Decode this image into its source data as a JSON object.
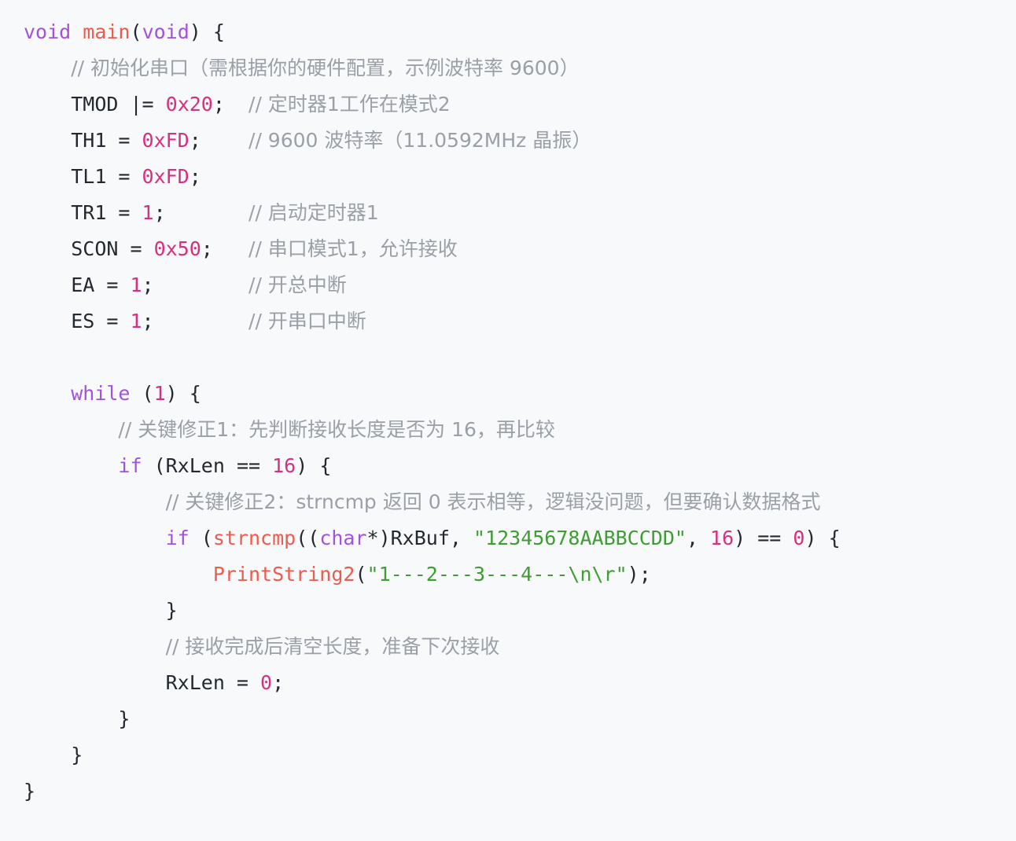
{
  "editor": {
    "language": "c",
    "background_color": "#f8f9fb",
    "default_text_color": "#24292f",
    "colors": {
      "keyword": "#a252e0",
      "function": "#ef5a4c",
      "number": "#db2f7e",
      "string": "#3f9d34",
      "comment": "#9aa0a6",
      "plain": "#24292f"
    }
  },
  "code": {
    "lines": [
      {
        "n": 1,
        "indent": 0,
        "text": "void main(void) {",
        "tokens": [
          {
            "t": "void",
            "c": "kw"
          },
          {
            "t": " ",
            "c": "pln"
          },
          {
            "t": "main",
            "c": "fn"
          },
          {
            "t": "(",
            "c": "pln"
          },
          {
            "t": "void",
            "c": "kw"
          },
          {
            "t": ") {",
            "c": "pln"
          }
        ]
      },
      {
        "n": 2,
        "indent": 1,
        "text": "// 初始化串口（需根据你的硬件配置，示例波特率 9600）",
        "tokens": [
          {
            "t": "// 初始化串口（需根据你的硬件配置，示例波特率 9600）",
            "c": "cmt"
          }
        ]
      },
      {
        "n": 3,
        "indent": 1,
        "text": "TMOD |= 0x20;  // 定时器1工作在模式2",
        "tokens": [
          {
            "t": "TMOD |= ",
            "c": "pln"
          },
          {
            "t": "0x20",
            "c": "num"
          },
          {
            "t": ";  ",
            "c": "pln"
          },
          {
            "t": "// 定时器1工作在模式2",
            "c": "cmt"
          }
        ]
      },
      {
        "n": 4,
        "indent": 1,
        "text": "TH1 = 0xFD;    // 9600 波特率（11.0592MHz 晶振）",
        "tokens": [
          {
            "t": "TH1 = ",
            "c": "pln"
          },
          {
            "t": "0xFD",
            "c": "num"
          },
          {
            "t": ";    ",
            "c": "pln"
          },
          {
            "t": "// 9600 波特率（11.0592MHz 晶振）",
            "c": "cmt"
          }
        ]
      },
      {
        "n": 5,
        "indent": 1,
        "text": "TL1 = 0xFD;",
        "tokens": [
          {
            "t": "TL1 = ",
            "c": "pln"
          },
          {
            "t": "0xFD",
            "c": "num"
          },
          {
            "t": ";",
            "c": "pln"
          }
        ]
      },
      {
        "n": 6,
        "indent": 1,
        "text": "TR1 = 1;       // 启动定时器1",
        "tokens": [
          {
            "t": "TR1 = ",
            "c": "pln"
          },
          {
            "t": "1",
            "c": "num"
          },
          {
            "t": ";       ",
            "c": "pln"
          },
          {
            "t": "// 启动定时器1",
            "c": "cmt"
          }
        ]
      },
      {
        "n": 7,
        "indent": 1,
        "text": "SCON = 0x50;   // 串口模式1，允许接收",
        "tokens": [
          {
            "t": "SCON = ",
            "c": "pln"
          },
          {
            "t": "0x50",
            "c": "num"
          },
          {
            "t": ";   ",
            "c": "pln"
          },
          {
            "t": "// 串口模式1，允许接收",
            "c": "cmt"
          }
        ]
      },
      {
        "n": 8,
        "indent": 1,
        "text": "EA = 1;        // 开总中断",
        "tokens": [
          {
            "t": "EA = ",
            "c": "pln"
          },
          {
            "t": "1",
            "c": "num"
          },
          {
            "t": ";        ",
            "c": "pln"
          },
          {
            "t": "// 开总中断",
            "c": "cmt"
          }
        ]
      },
      {
        "n": 9,
        "indent": 1,
        "text": "ES = 1;        // 开串口中断",
        "tokens": [
          {
            "t": "ES = ",
            "c": "pln"
          },
          {
            "t": "1",
            "c": "num"
          },
          {
            "t": ";        ",
            "c": "pln"
          },
          {
            "t": "// 开串口中断",
            "c": "cmt"
          }
        ]
      },
      {
        "n": 10,
        "indent": 0,
        "text": "",
        "tokens": []
      },
      {
        "n": 11,
        "indent": 1,
        "text": "while (1) {",
        "tokens": [
          {
            "t": "while",
            "c": "kw"
          },
          {
            "t": " (",
            "c": "pln"
          },
          {
            "t": "1",
            "c": "num"
          },
          {
            "t": ") {",
            "c": "pln"
          }
        ]
      },
      {
        "n": 12,
        "indent": 2,
        "text": "// 关键修正1：先判断接收长度是否为 16，再比较",
        "tokens": [
          {
            "t": "// 关键修正1：先判断接收长度是否为 16，再比较",
            "c": "cmt"
          }
        ]
      },
      {
        "n": 13,
        "indent": 2,
        "text": "if (RxLen == 16) {",
        "tokens": [
          {
            "t": "if",
            "c": "kw"
          },
          {
            "t": " (RxLen == ",
            "c": "pln"
          },
          {
            "t": "16",
            "c": "num"
          },
          {
            "t": ") {",
            "c": "pln"
          }
        ]
      },
      {
        "n": 14,
        "indent": 3,
        "text": "// 关键修正2：strncmp 返回 0 表示相等，逻辑没问题，但要确认数据格式",
        "tokens": [
          {
            "t": "// 关键修正2：strncmp 返回 0 表示相等，逻辑没问题，但要确认数据格式",
            "c": "cmt"
          }
        ]
      },
      {
        "n": 15,
        "indent": 3,
        "text": "if (strncmp((char*)RxBuf, \"12345678AABBCCDD\", 16) == 0) {",
        "tokens": [
          {
            "t": "if",
            "c": "kw"
          },
          {
            "t": " (",
            "c": "pln"
          },
          {
            "t": "strncmp",
            "c": "fn"
          },
          {
            "t": "((",
            "c": "pln"
          },
          {
            "t": "char",
            "c": "kw"
          },
          {
            "t": "*)RxBuf, ",
            "c": "pln"
          },
          {
            "t": "\"12345678AABBCCDD\"",
            "c": "str"
          },
          {
            "t": ", ",
            "c": "pln"
          },
          {
            "t": "16",
            "c": "num"
          },
          {
            "t": ") == ",
            "c": "pln"
          },
          {
            "t": "0",
            "c": "num"
          },
          {
            "t": ") {",
            "c": "pln"
          }
        ]
      },
      {
        "n": 16,
        "indent": 4,
        "text": "PrintString2(\"1---2---3---4---\\n\\r\");",
        "tokens": [
          {
            "t": "PrintString2",
            "c": "fn"
          },
          {
            "t": "(",
            "c": "pln"
          },
          {
            "t": "\"1---2---3---4---\\n\\r\"",
            "c": "str"
          },
          {
            "t": ");",
            "c": "pln"
          }
        ]
      },
      {
        "n": 17,
        "indent": 3,
        "text": "}",
        "tokens": [
          {
            "t": "}",
            "c": "pln"
          }
        ]
      },
      {
        "n": 18,
        "indent": 3,
        "text": "// 接收完成后清空长度，准备下次接收",
        "tokens": [
          {
            "t": "// 接收完成后清空长度，准备下次接收",
            "c": "cmt"
          }
        ]
      },
      {
        "n": 19,
        "indent": 3,
        "text": "RxLen = 0;",
        "tokens": [
          {
            "t": "RxLen = ",
            "c": "pln"
          },
          {
            "t": "0",
            "c": "num"
          },
          {
            "t": ";",
            "c": "pln"
          }
        ]
      },
      {
        "n": 20,
        "indent": 2,
        "text": "}",
        "tokens": [
          {
            "t": "}",
            "c": "pln"
          }
        ]
      },
      {
        "n": 21,
        "indent": 1,
        "text": "}",
        "tokens": [
          {
            "t": "}",
            "c": "pln"
          }
        ]
      },
      {
        "n": 22,
        "indent": 0,
        "text": "}",
        "tokens": [
          {
            "t": "}",
            "c": "pln"
          }
        ]
      }
    ]
  }
}
